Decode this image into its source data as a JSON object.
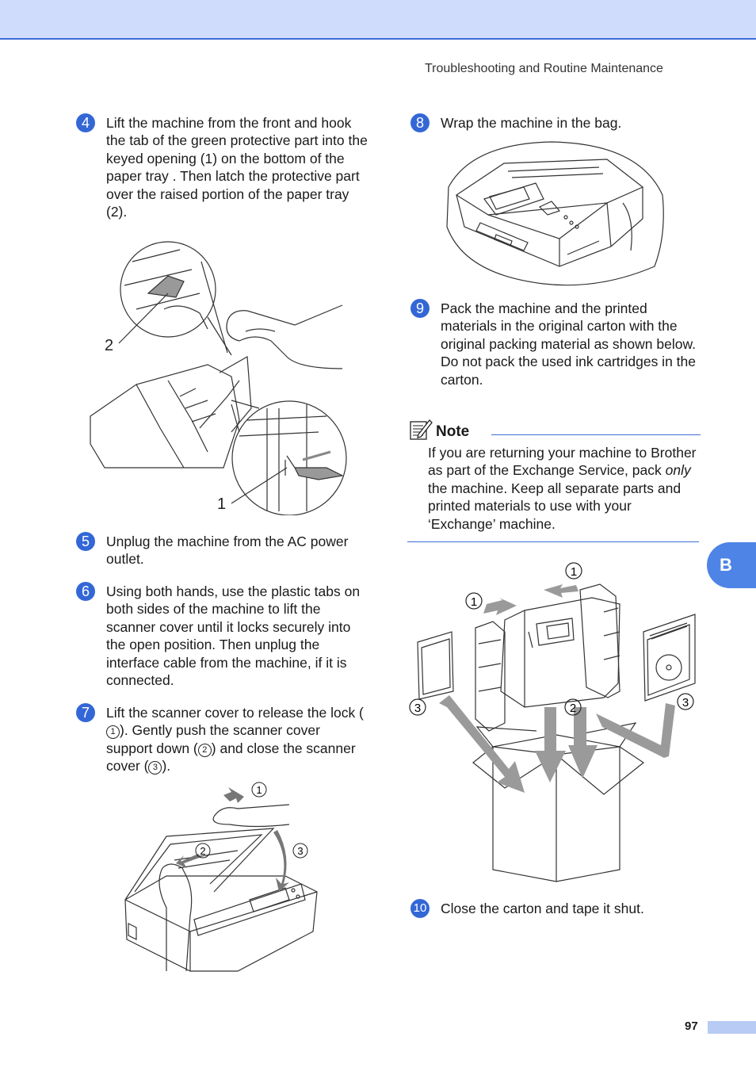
{
  "header": {
    "running_title": "Troubleshooting and Routine Maintenance"
  },
  "steps": {
    "s4": {
      "number": "4",
      "text": "Lift the machine from the front and hook the tab of the green protective part into the keyed opening (1) on the bottom of the paper tray . Then latch the protective part over the raised portion of the paper tray (2)."
    },
    "s5": {
      "number": "5",
      "text": "Unplug the machine from the AC power outlet."
    },
    "s6": {
      "number": "6",
      "text": "Using both hands, use the plastic tabs on both sides of the machine to lift the scanner cover until it locks securely into the open position. Then unplug the interface cable from the machine, if it is connected."
    },
    "s7": {
      "number": "7",
      "t1": "Lift the scanner cover to release the lock (",
      "c1": "1",
      "t2": "). Gently push the scanner cover support down (",
      "c2": "2",
      "t3": ") and close the scanner cover (",
      "c3": "3",
      "t4": ")."
    },
    "s8": {
      "number": "8",
      "text": "Wrap the machine in the bag."
    },
    "s9": {
      "number": "9",
      "line1": "Pack the machine and the printed materials in the original carton with the original packing material as shown below.",
      "line2": "Do not pack the used ink cartridges in the carton."
    },
    "s10": {
      "number": "10",
      "text": "Close the carton and tape it shut."
    }
  },
  "note": {
    "title": "Note",
    "t1": "If you are returning your machine to Brother as part of the Exchange Service, pack ",
    "emph": "only",
    "t2": " the machine. Keep all separate parts and printed materials to use with your ‘Exchange’ machine."
  },
  "figures": {
    "fig4": {
      "label_2": "2",
      "label_1": "1"
    },
    "fig7": {
      "label_1": "1",
      "label_2": "2",
      "label_3": "3"
    },
    "fig9": {
      "label_1a": "1",
      "label_1b": "1",
      "label_2": "2",
      "label_3a": "3",
      "label_3b": "3"
    }
  },
  "side_tab": {
    "label": "B"
  },
  "footer": {
    "page_number": "97"
  },
  "colors": {
    "accent": "#3467d6",
    "header_band": "#cfdcfb",
    "rule": "#3f6fd6",
    "tab": "#4e84e6"
  }
}
